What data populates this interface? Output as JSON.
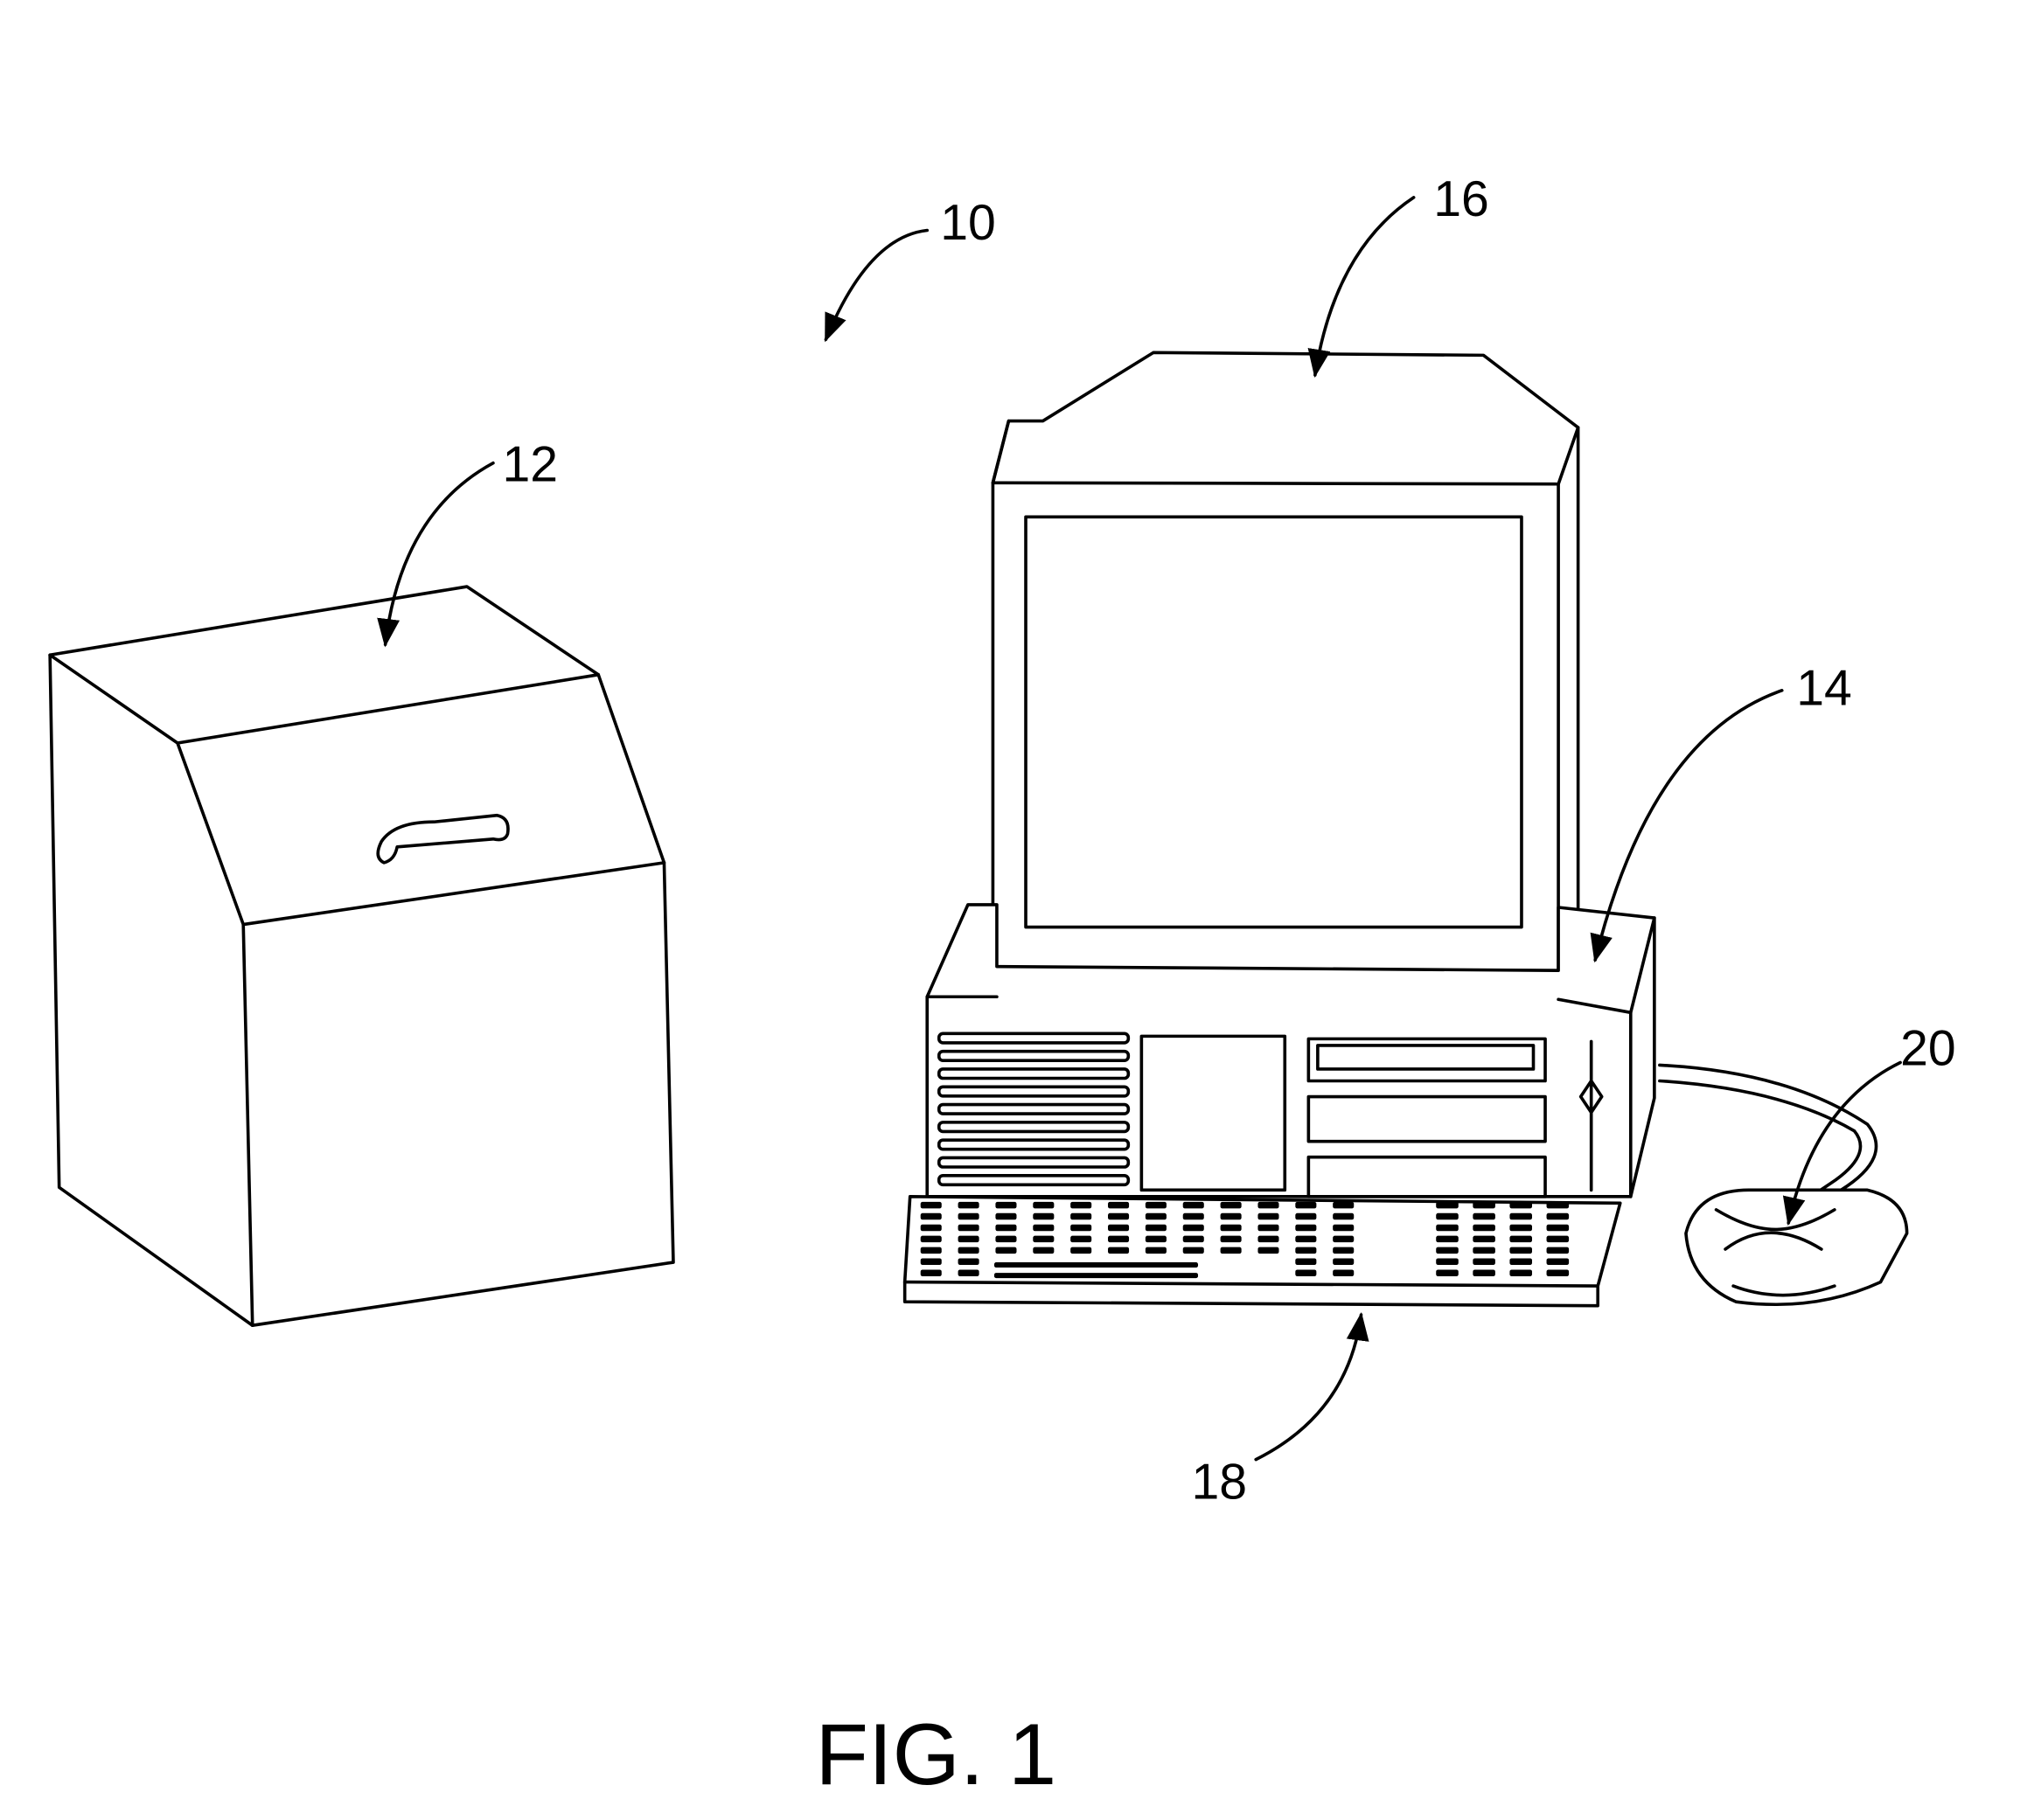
{
  "figure": {
    "caption": "FIG. 1",
    "labels": {
      "system": "10",
      "cabinet": "12",
      "computer": "14",
      "monitor": "16",
      "keyboard": "18",
      "mouse": "20"
    }
  }
}
